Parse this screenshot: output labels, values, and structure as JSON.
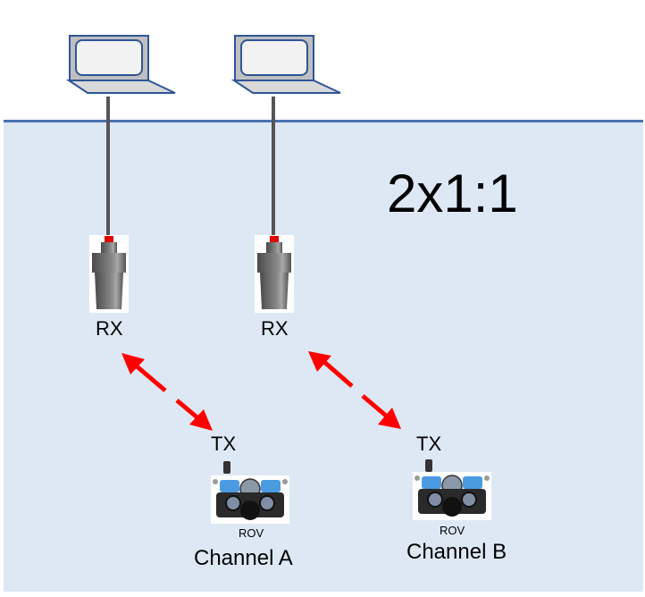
{
  "diagram": {
    "configuration_label": "2x1:1",
    "colors": {
      "water_fill": "#dde8f4",
      "surface_line": "#4a72b0",
      "link_arrow": "#ff0000",
      "cable": "#555555",
      "laptop_frame": "#2f5597",
      "laptop_body": "#bfbfbf",
      "laptop_screen": "#f2f2f2"
    },
    "stations": [
      {
        "laptop_icon": "laptop-icon",
        "receiver_label": "RX",
        "transmitter_label": "TX",
        "vehicle_label": "ROV",
        "channel_label": "Channel A"
      },
      {
        "laptop_icon": "laptop-icon",
        "receiver_label": "RX",
        "transmitter_label": "TX",
        "vehicle_label": "ROV",
        "channel_label": "Channel B"
      }
    ],
    "links": [
      {
        "from": "RX",
        "to": "TX",
        "style": "dashed-bidirectional",
        "channel": "Channel A"
      },
      {
        "from": "RX",
        "to": "TX",
        "style": "dashed-bidirectional",
        "channel": "Channel B"
      }
    ]
  }
}
